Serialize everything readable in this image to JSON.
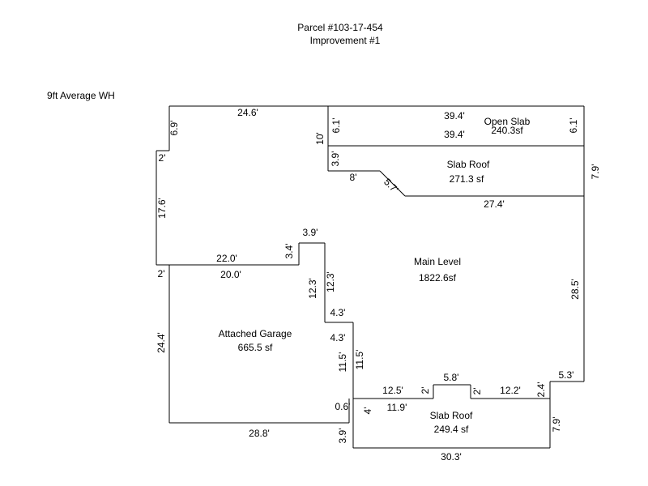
{
  "header": {
    "parcel": "Parcel #103-17-454",
    "improvement": "Improvement #1"
  },
  "wall_height_note": "9ft Average WH",
  "areas": {
    "open_slab": {
      "name": "Open Slab",
      "size": "240.3sf"
    },
    "slab_roof_upper": {
      "name": "Slab Roof",
      "size": "271.3 sf"
    },
    "main_level": {
      "name": "Main Level",
      "size": "1822.6sf"
    },
    "attached_garage": {
      "name": "Attached Garage",
      "size": "665.5 sf"
    },
    "slab_roof_lower": {
      "name": "Slab Roof",
      "size": "249.4 sf"
    }
  },
  "dimensions": {
    "top_main": "24.6'",
    "left_upper": "6.9'",
    "left_jog": "2'",
    "left_mid": "17.6'",
    "left_step": "2'",
    "garage_left": "24.4'",
    "garage_top": "22.0'",
    "garage_top_inner": "20.0'",
    "notch_left": "3.4'",
    "notch_top": "3.9'",
    "notch_right_outer": "12.3'",
    "notch_right_inner": "12.3'",
    "step_43_a": "4.3'",
    "step_43_b": "4.3'",
    "vert_115_a": "11.5'",
    "vert_115_b": "11.5'",
    "garage_bottom": "28.8'",
    "garage_small": "0.6'",
    "slab_wall_left": "10'",
    "open_slab_top": "39.4'",
    "open_slab_bottom": "39.4'",
    "open_slab_left": "6.1'",
    "open_slab_right": "6.1'",
    "slab_roof_left": "3.9'",
    "slab_roof_step": "8'",
    "slab_roof_diag": "5.7'",
    "slab_roof_bottom": "27.4'",
    "right_upper": "7.9'",
    "right_main": "28.5'",
    "right_step": "5.3'",
    "bump_top": "5.8'",
    "bump_left": "2'",
    "bump_right": "2'",
    "lower_top_left": "12.5'",
    "lower_top_right": "12.2'",
    "lower_top_inner": "11.9'",
    "lower_left_upper": "4'",
    "lower_left_lower": "3.9'",
    "lower_right_small": "2.4'",
    "lower_right": "7.9'",
    "lower_bottom": "30.3'"
  }
}
